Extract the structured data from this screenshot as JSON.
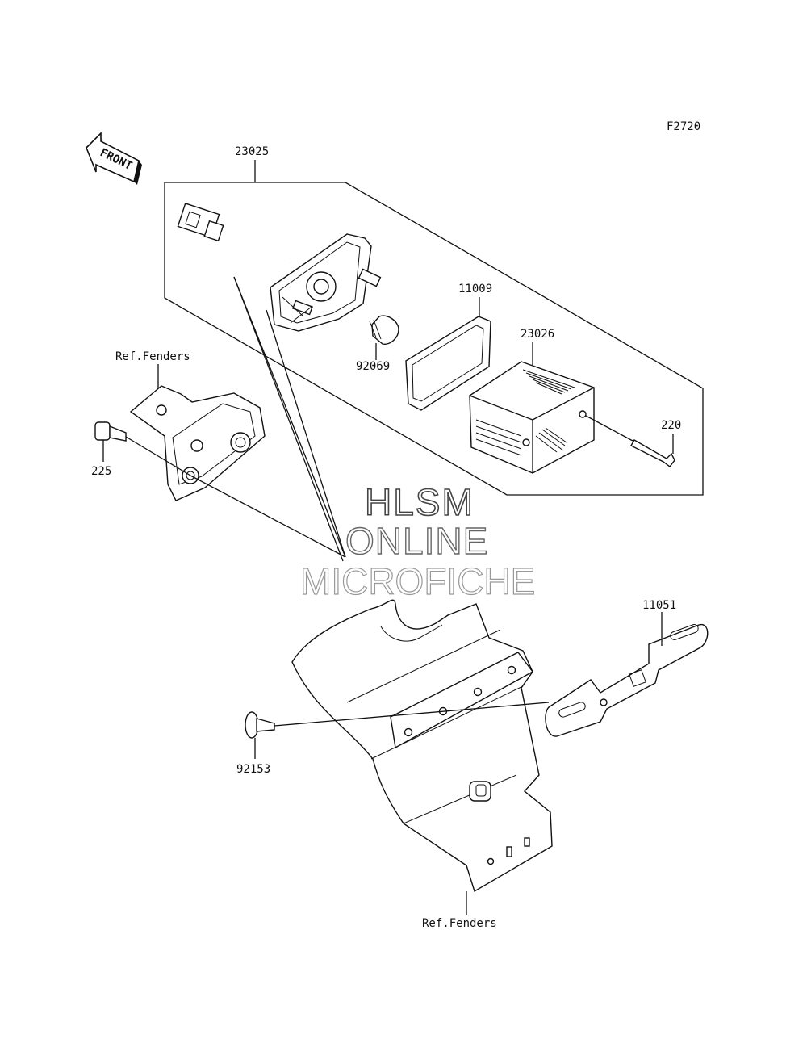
{
  "figure_code": "F2720",
  "front_arrow_label": "FRONT",
  "watermark": {
    "line1": "HLSM",
    "line2": "ONLINE",
    "line3": "MICROFICHE"
  },
  "callouts": [
    {
      "id": "23025",
      "label": "23025"
    },
    {
      "id": "11009",
      "label": "11009"
    },
    {
      "id": "23026",
      "label": "23026"
    },
    {
      "id": "92069",
      "label": "92069"
    },
    {
      "id": "220",
      "label": "220"
    },
    {
      "id": "ref_fenders_top",
      "label": "Ref.Fenders"
    },
    {
      "id": "225",
      "label": "225"
    },
    {
      "id": "11051",
      "label": "11051"
    },
    {
      "id": "92153",
      "label": "92153"
    },
    {
      "id": "ref_fenders_bottom",
      "label": "Ref.Fenders"
    }
  ]
}
